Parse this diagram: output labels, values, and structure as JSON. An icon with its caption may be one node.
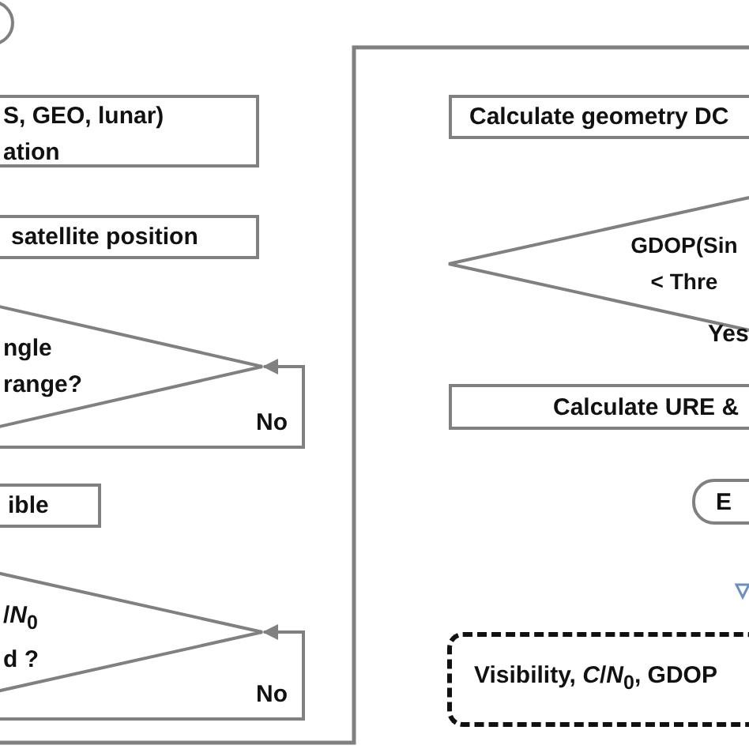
{
  "diagram": {
    "nodes": [
      {
        "text": [],
        "shape": "circle"
      },
      {
        "text": [
          "S, GEO, lunar) ation"
        ]
      },
      {
        "text": [
          "satellite position"
        ]
      },
      {
        "text": [
          "ngle range?"
        ]
      },
      {
        "text": [
          "ible"
        ]
      },
      {
        "text": [
          "/*N*$_{0}$ d ?"
        ]
      },
      {
        "text": [
          "Calculate geometry DC"
        ]
      },
      {
        "text": [
          "GDOP(Sin < Thre"
        ]
      },
      {
        "text": [
          "Calculate URE &"
        ]
      },
      {
        "text": [
          "E"
        ]
      },
      {
        "text": [
          "Visibility, *C*/*N*$_{0}$, GDOP"
        ]
      }
    ],
    "edges": [
      {
        "from": null,
        "to": 3,
        "arrow": "to",
        "label": "No"
      },
      {
        "from": null,
        "to": 5,
        "arrow": "to",
        "label": "No"
      }
    ],
    "labels": [
      "Yes"
    ]
  }
}
